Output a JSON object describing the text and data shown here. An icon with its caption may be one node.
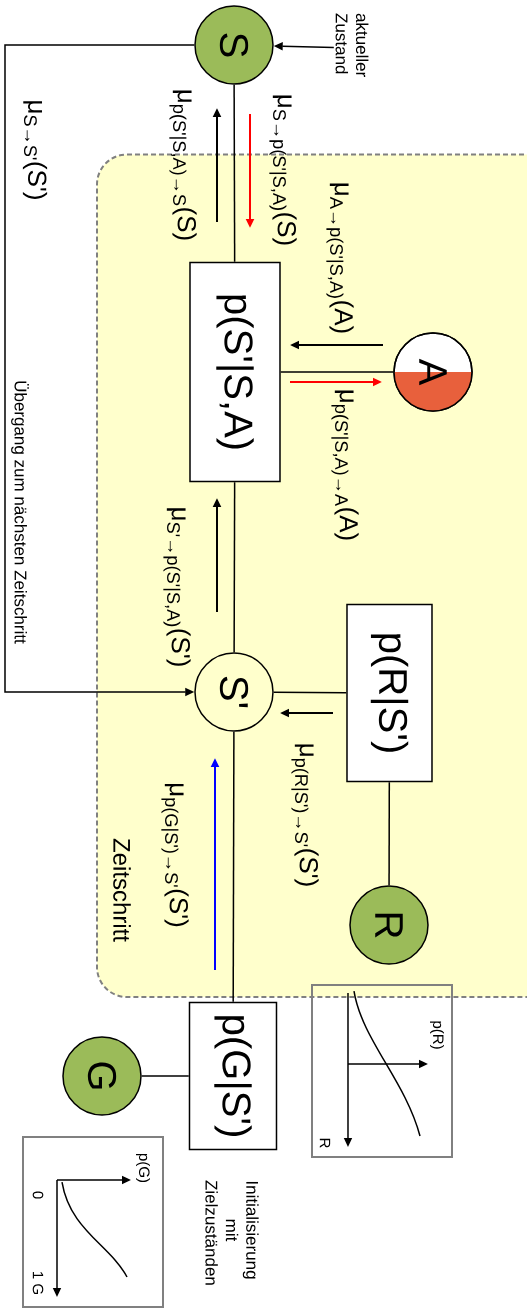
{
  "diagram": {
    "nodes": [
      {
        "text": [
          "S"
        ]
      },
      {
        "text": [
          "Zeitschritt"
        ]
      },
      {
        "text": [
          "p(S'|S,A)"
        ],
        "in": 1
      },
      {
        "text": [
          "A"
        ],
        "in": 1
      },
      {
        "text": [
          "S'"
        ],
        "in": 1
      },
      {
        "text": [
          "p(R|S')"
        ],
        "in": 1
      },
      {
        "text": [
          "R"
        ],
        "in": 1
      },
      {
        "text": [
          "p(G|S')"
        ],
        "beside": [
          "Initialisierung mit Zielzuständen"
        ]
      },
      {
        "text": [
          "G"
        ]
      },
      {
        "text": [
          "aktueller Zustand"
        ]
      }
    ],
    "edges": [
      {
        "from": 0,
        "to": 2,
        "arrow": "none"
      },
      {
        "from": 3,
        "to": 2,
        "arrow": "none"
      },
      {
        "from": 2,
        "to": 4,
        "arrow": "none"
      },
      {
        "from": 5,
        "to": 4,
        "arrow": "none"
      },
      {
        "from": 5,
        "to": 6,
        "arrow": "none"
      },
      {
        "from": 4,
        "to": 7,
        "arrow": "none"
      },
      {
        "from": 7,
        "to": 8,
        "arrow": "none"
      },
      {
        "from": 9,
        "to": 0,
        "arrow": "to"
      },
      {
        "from": 0,
        "to": 4,
        "arrow": "to",
        "label": "Übergang zum nächsten Zeitschritt"
      }
    ],
    "labels": [
      "μ$_{S→S'}$(S')",
      "μ$_{p(S'|S,A)→S}$(S)",
      "μ$_{S→p(S'|S,A)}$(S)",
      "μ$_{A→p(S'|S,A)}$(A)",
      "μ$_{p(S'|S,A)→A}$(A)",
      "μ$_{S'→p(S'|S,A)}$(S')",
      "μ$_{p(R|S')→S'}$(S')",
      "μ$_{p(G|S')→S'}$(S')",
      "p(R)",
      "R",
      "p(G)",
      "0",
      "1 G"
    ]
  }
}
